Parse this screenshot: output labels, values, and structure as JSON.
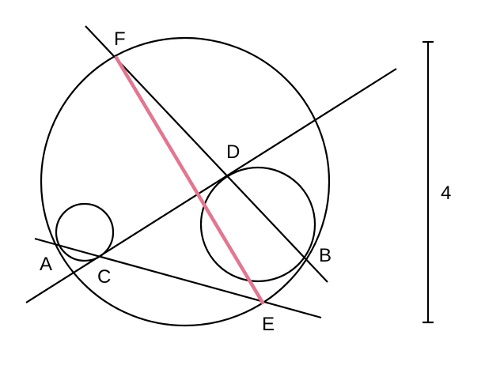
{
  "labels": {
    "F": "F",
    "D": "D",
    "A": "A",
    "C": "C",
    "B": "B",
    "E": "E"
  },
  "dimension": {
    "value": "4"
  },
  "colors": {
    "stroke": "#000000",
    "highlight": "#e2778f"
  }
}
